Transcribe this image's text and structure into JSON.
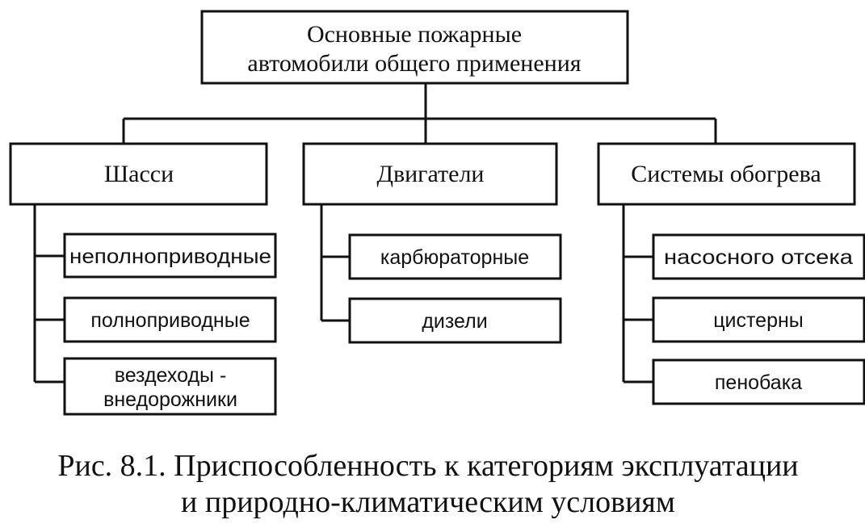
{
  "root": {
    "line1": "Основные пожарные",
    "line2": "автомобили общего применения"
  },
  "groups": [
    {
      "title": "Шасси",
      "items": [
        {
          "line1": "неполноприводные"
        },
        {
          "line1": "полноприводные"
        },
        {
          "line1": "вездеходы -",
          "line2": "внедорожники"
        }
      ]
    },
    {
      "title": "Двигатели",
      "items": [
        {
          "line1": "карбюраторные"
        },
        {
          "line1": "дизели"
        }
      ]
    },
    {
      "title": "Системы обогрева",
      "items": [
        {
          "line1": "насосного отсека"
        },
        {
          "line1": "цистерны"
        },
        {
          "line1": "пенобака"
        }
      ]
    }
  ],
  "caption": {
    "line1": "Рис. 8.1. Приспособленность к категориям эксплуатации",
    "line2": "и природно-климатическим условиям"
  }
}
